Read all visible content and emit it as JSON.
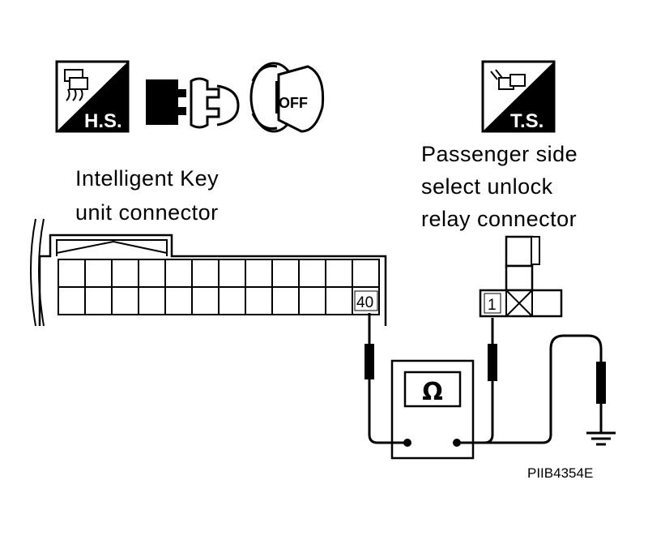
{
  "icons": {
    "hs_label": "H.S.",
    "ts_label": "T.S.",
    "ignition_label": "OFF"
  },
  "labels": {
    "intelligent_key_line1": "Intelligent Key",
    "intelligent_key_line2": "unit connector",
    "relay_line1": "Passenger side",
    "relay_line2": "select unlock",
    "relay_line3": "relay connector"
  },
  "terminals": {
    "key_unit_pin": "40",
    "relay_pin": "1"
  },
  "meter": {
    "symbol": "Ω"
  },
  "figure_code": "PIIB4354E"
}
